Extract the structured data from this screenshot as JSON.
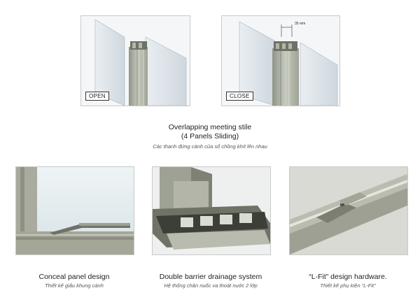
{
  "top": {
    "open_label": "OPEN",
    "close_label": "CLOSE",
    "dimension": "35 mm",
    "title_line1": "Overlapping  meeting  stile",
    "title_line2": "(4 Panels Sliding)",
    "subtitle": "Các thanh đứng cánh của sổ chồng khít lên nhau"
  },
  "features": [
    {
      "title": "Conceal panel design",
      "subtitle": "Thiết kế giấu khung cánh"
    },
    {
      "title": "Double barrier drainage system",
      "subtitle": "Hệ thống chân nuốc va thoát nuớc 2 lớp"
    },
    {
      "title": "“L-Fit” design hardware.",
      "subtitle": "Thiết kế phụ kiện “L-Fit”"
    }
  ]
}
